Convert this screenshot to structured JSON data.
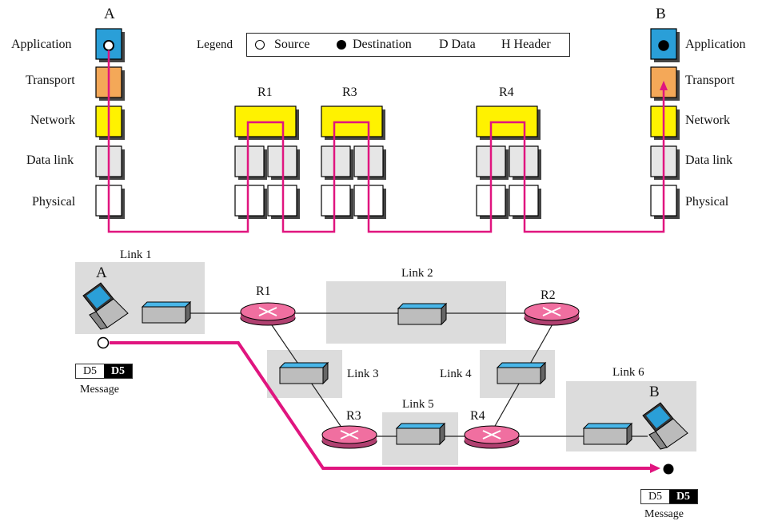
{
  "nodes": {
    "a_top": "A",
    "b_top": "B",
    "r1_top": "R1",
    "r3_top": "R3",
    "r4_top": "R4",
    "a_bottom": "A",
    "b_bottom": "B",
    "r1": "R1",
    "r2": "R2",
    "r3": "R3",
    "r4": "R4"
  },
  "layers_left": [
    "Application",
    "Transport",
    "Network",
    "Data link",
    "Physical"
  ],
  "layers_right": [
    "Application",
    "Transport",
    "Network",
    "Data link",
    "Physical"
  ],
  "legend": {
    "title": "Legend",
    "source": "Source",
    "destination": "Destination",
    "data": "D  Data",
    "header": "H  Header"
  },
  "links": [
    "Link 1",
    "Link 2",
    "Link 3",
    "Link 4",
    "Link 5",
    "Link 6"
  ],
  "message_left": {
    "data": "D5",
    "header": "D5",
    "caption": "Message"
  },
  "message_right": {
    "data": "D5",
    "header": "D5",
    "caption": "Message"
  },
  "colors": {
    "application": "#2a9fd8",
    "transport": "#f4a858",
    "network": "#fff200",
    "path": "#e0157f",
    "link_box": "#dcdcdc",
    "router": "#f06fa0"
  }
}
